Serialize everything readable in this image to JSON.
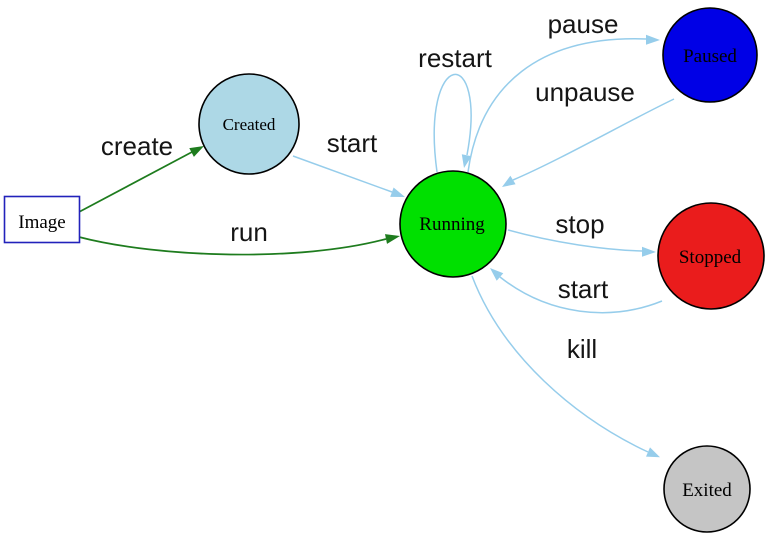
{
  "diagram": {
    "type": "state-diagram",
    "subject": "container lifecycle states",
    "background": "#ffffff",
    "nodes": {
      "image": {
        "label": "Image",
        "shape": "box",
        "fill": "#ffffff",
        "border": "#2222bb",
        "text_color": "#000000"
      },
      "created": {
        "label": "Created",
        "shape": "circle",
        "fill": "#add8e6",
        "border": "#000000",
        "text_color": "#000000"
      },
      "running": {
        "label": "Running",
        "shape": "circle",
        "fill": "#00e000",
        "border": "#000000",
        "text_color": "#000000"
      },
      "paused": {
        "label": "Paused",
        "shape": "circle",
        "fill": "#0000e6",
        "border": "#000000",
        "text_color": "#000000"
      },
      "stopped": {
        "label": "Stopped",
        "shape": "circle",
        "fill": "#ea1c1c",
        "border": "#000000",
        "text_color": "#000000"
      },
      "exited": {
        "label": "Exited",
        "shape": "circle",
        "fill": "#c5c5c5",
        "border": "#000000",
        "text_color": "#000000"
      }
    },
    "edges": {
      "create": {
        "label": "create",
        "from": "image",
        "to": "created",
        "color": "#1e7c1e"
      },
      "run": {
        "label": "run",
        "from": "image",
        "to": "running",
        "color": "#1e7c1e"
      },
      "start_created": {
        "label": "start",
        "from": "created",
        "to": "running",
        "color": "#96cdeb"
      },
      "restart": {
        "label": "restart",
        "from": "running",
        "to": "running",
        "color": "#96cdeb"
      },
      "pause": {
        "label": "pause",
        "from": "running",
        "to": "paused",
        "color": "#96cdeb"
      },
      "unpause": {
        "label": "unpause",
        "from": "paused",
        "to": "running",
        "color": "#96cdeb"
      },
      "stop": {
        "label": "stop",
        "from": "running",
        "to": "stopped",
        "color": "#96cdeb"
      },
      "start_stopped": {
        "label": "start",
        "from": "stopped",
        "to": "running",
        "color": "#96cdeb"
      },
      "kill": {
        "label": "kill",
        "from": "running",
        "to": "exited",
        "color": "#96cdeb"
      }
    }
  }
}
